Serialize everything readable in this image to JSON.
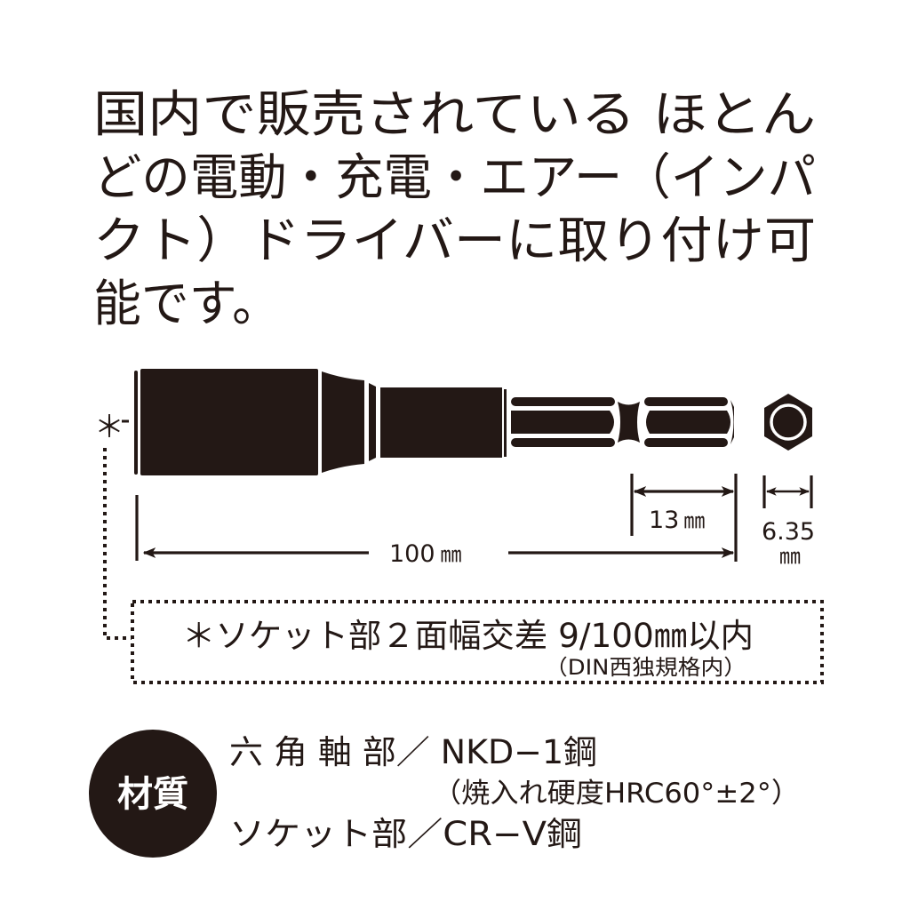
{
  "colors": {
    "ink": "#231815",
    "note_box_bg": "#efefef",
    "background": "#ffffff",
    "badge_text": "#ffffff"
  },
  "heading": {
    "lines": [
      "国内で販売されている ほとん",
      "どの電動・充電・エアー（インパ",
      "クト）ドライバーに取り付け可",
      "能です。"
    ]
  },
  "diagram": {
    "components": [
      "socket-body",
      "socket-neck",
      "socket-ring",
      "shaft",
      "hex-shank",
      "hex-end-view"
    ],
    "note_marker": "＊",
    "dimensions": {
      "overall_length": {
        "value": "100",
        "unit": "㎜"
      },
      "hex_shank_length": {
        "value": "13",
        "unit": "㎜"
      },
      "hex_width": {
        "value": "6.35",
        "unit": "㎜"
      }
    }
  },
  "note_box": {
    "main": "＊ソケット部２面幅交差 9/100㎜以内",
    "sub": "（DIN西独規格内）"
  },
  "materials": {
    "badge": "材質",
    "rows": [
      {
        "text": "六 角 軸 部／ NKD−1鋼"
      },
      {
        "text": "（焼入れ硬度HRC60°±2°）"
      },
      {
        "text": "ソケット部／CR−V鋼"
      }
    ]
  }
}
